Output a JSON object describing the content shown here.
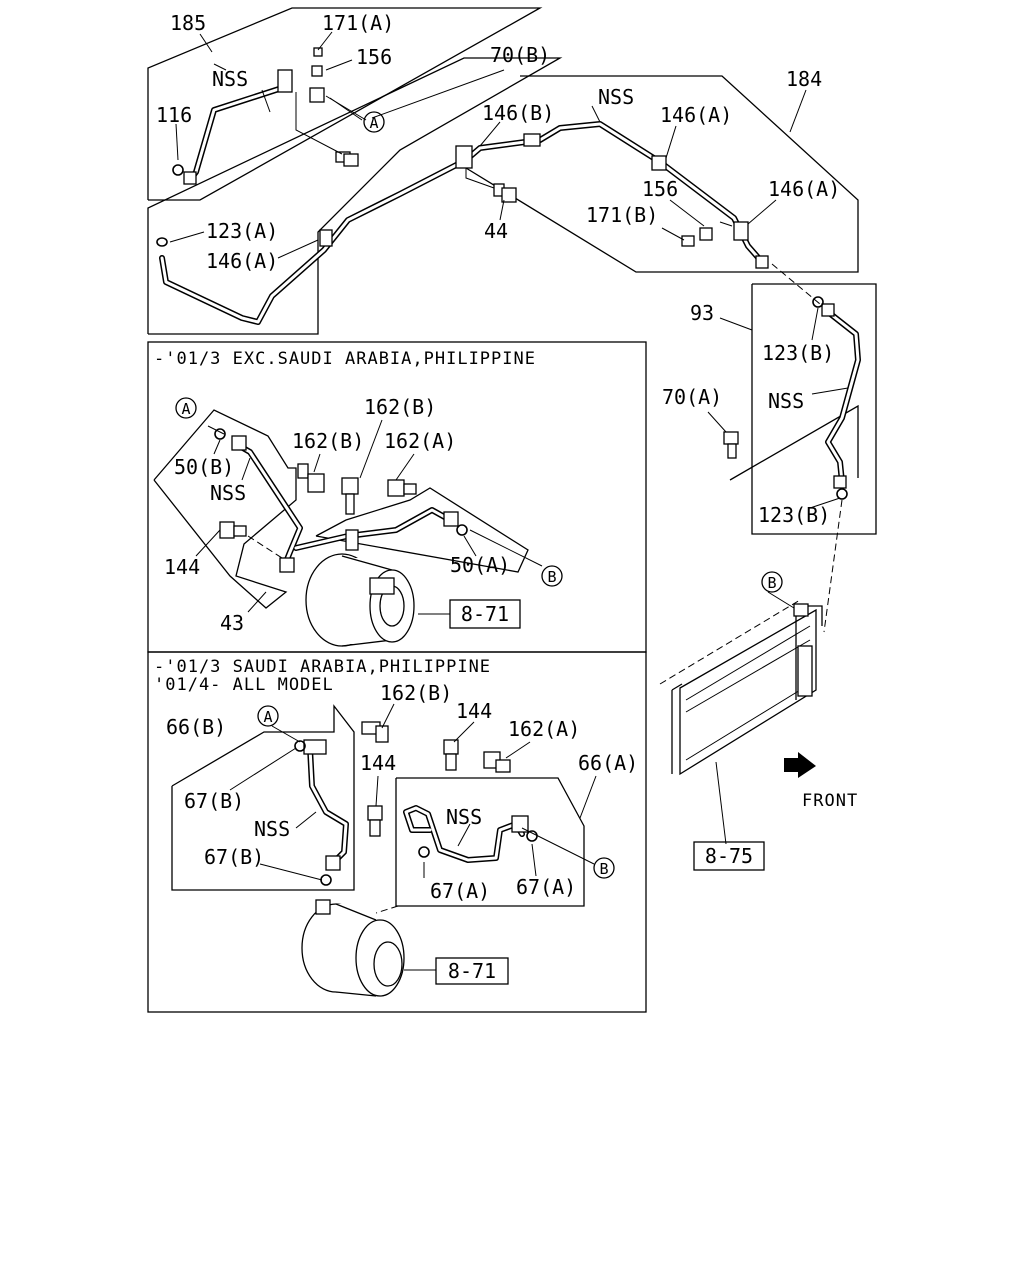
{
  "callouts": {
    "c185": "185",
    "c171a": "171(A)",
    "c156_top": "156",
    "c70b": "70(B)",
    "c184": "184",
    "nss_top_left": "NSS",
    "c116": "116",
    "nss_top_right": "NSS",
    "c146b": "146(B)",
    "c146a_1": "146(A)",
    "c156_right": "156",
    "c146a_2": "146(A)",
    "c171b": "171(B)",
    "c123a": "123(A)",
    "c146a_3": "146(A)",
    "c44": "44",
    "c93": "93",
    "c123b_1": "123(B)",
    "nss_mid_right": "NSS",
    "c70a": "70(A)",
    "c123b_2": "123(B)",
    "c162b_1": "162(B)",
    "c162b_2": "162(B)",
    "c162a_1": "162(A)",
    "c50b": "50(B)",
    "nss_box1": "NSS",
    "c144_1": "144",
    "c50a": "50(A)",
    "c43": "43",
    "c66b": "66(B)",
    "c162b_3": "162(B)",
    "c144_2": "144",
    "c162a_2": "162(A)",
    "c66a": "66(A)",
    "c67b_1": "67(B)",
    "c144_3": "144",
    "nss_box2_left": "NSS",
    "nss_box2_right": "NSS",
    "c67b_2": "67(B)",
    "c67a_1": "67(A)",
    "c67a_2": "67(A)",
    "front": "FRONT"
  },
  "circle_marks": {
    "a": "A",
    "b": "B"
  },
  "references": {
    "ref_871_1": "8-71",
    "ref_871_2": "8-71",
    "ref_875": "8-75"
  },
  "panels": {
    "box1_header": "-'01/3 EXC.SAUDI ARABIA,PHILIPPINE",
    "box2_header_1": "-'01/3 SAUDI ARABIA,PHILIPPINE",
    "box2_header_2": "'01/4- ALL MODEL"
  }
}
